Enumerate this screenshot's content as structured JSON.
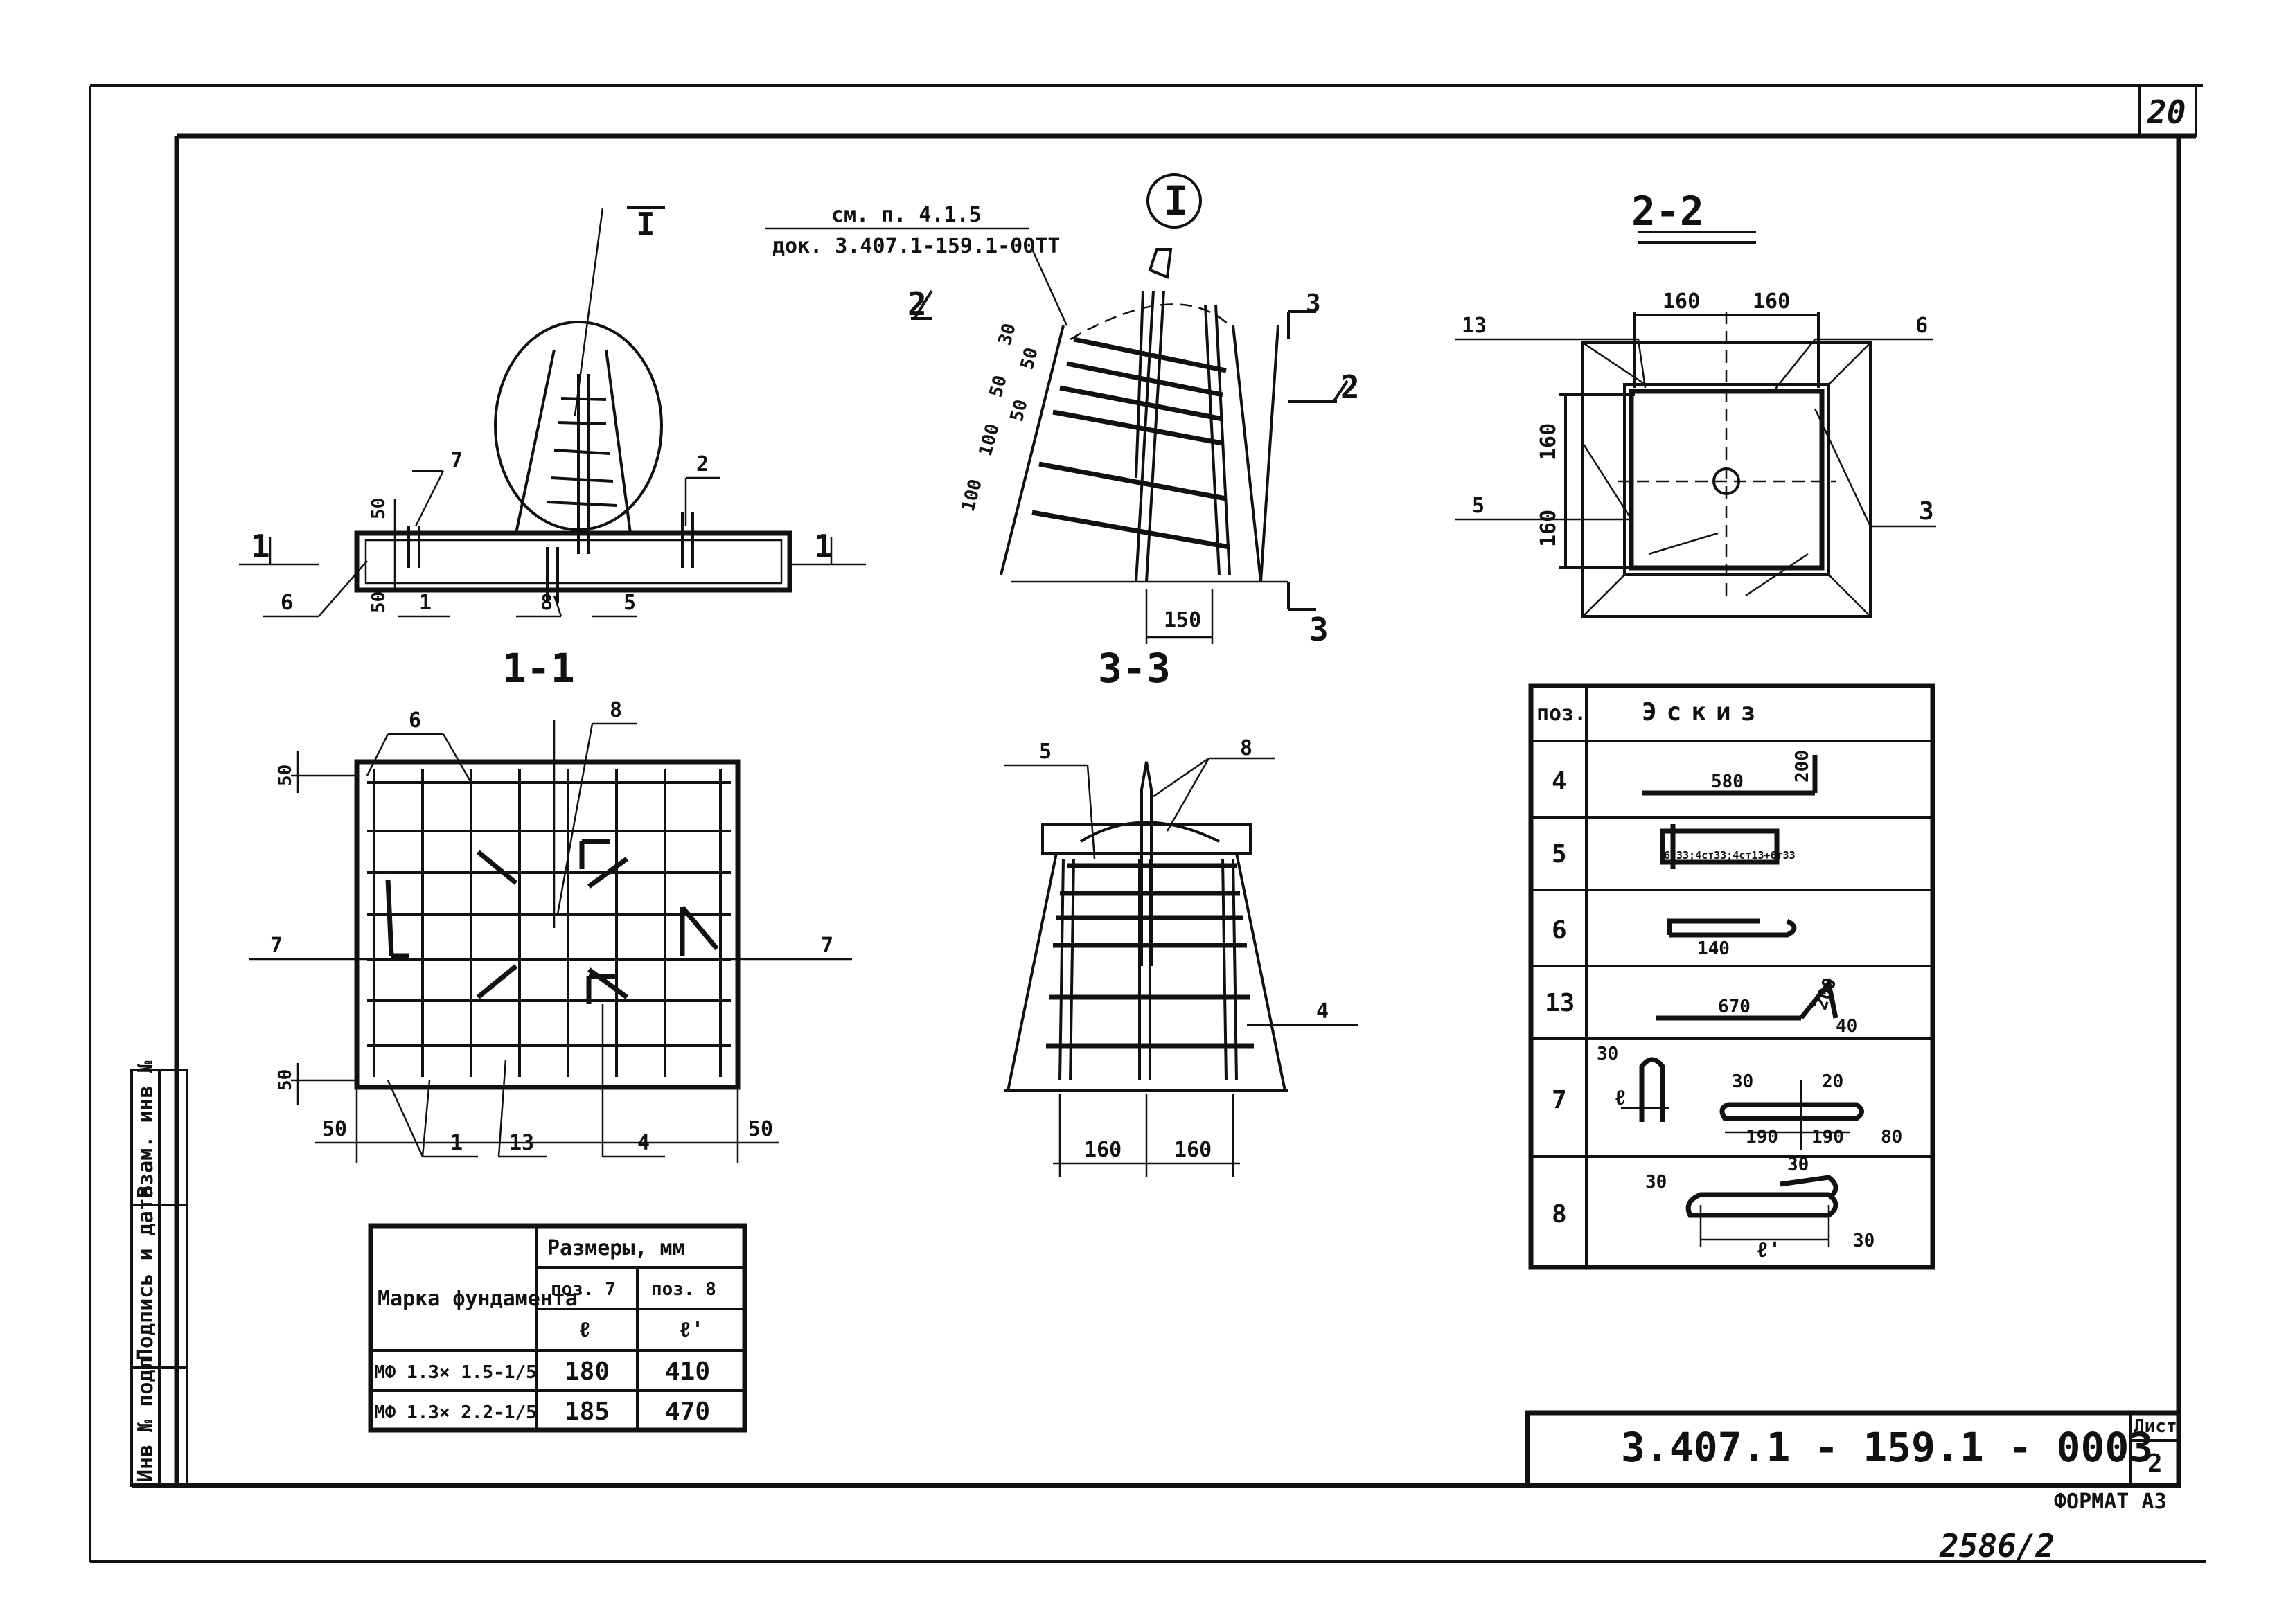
{
  "sheet": {
    "page_no": "20",
    "sheet_label": "Лист",
    "sheet_no": "2",
    "code": "3.407.1 - 159.1 - 0003",
    "format": "ФОРМАТ А3",
    "archive": "2586/2"
  },
  "side_stamp": {
    "inv_orig": "Инв № подл",
    "sign_date": "Подпись и дата",
    "inv_repl": "Взам. инв №"
  },
  "callout": {
    "node": "I",
    "note_l1": "см. п. 4.1.5",
    "note_l2": "док. 3.407.1-159.1-00ТТ"
  },
  "sections": {
    "s11": "1-1",
    "s22": "2-2",
    "s33": "3-3"
  },
  "labels": {
    "elev": {
      "I": "I",
      "p7": "7",
      "p2": "2",
      "p6": "6",
      "p1": "1",
      "p8": "8",
      "p5": "5",
      "d50a": "50",
      "d50b": "50",
      "s1l": "1",
      "s1r": "1"
    },
    "node": {
      "s2a": "2",
      "s2b": "2",
      "s3a": "3",
      "s3b": "3",
      "d30": "30",
      "d50a": "50",
      "d50b": "50",
      "d50c": "50",
      "d100a": "100",
      "d100b": "100",
      "d150": "150"
    },
    "s22": {
      "p13": "13",
      "p6": "6",
      "p5": "5",
      "p3": "3",
      "w160a": "160",
      "w160b": "160",
      "h160a": "160",
      "h160b": "160"
    },
    "plan": {
      "p6": "6",
      "p8": "8",
      "p7l": "7",
      "p7r": "7",
      "p1": "1",
      "p13": "13",
      "p4": "4",
      "d50t": "50",
      "d50b": "50",
      "d50l": "50",
      "d50r": "50"
    },
    "s33": {
      "p5": "5",
      "p8": "8",
      "p4": "4",
      "w160a": "160",
      "w160b": "160"
    }
  },
  "sketch": {
    "header_pos": "поз.",
    "header_sketch": "Эскиз",
    "rows": [
      {
        "pos": "4",
        "dims": [
          "580",
          "200"
        ]
      },
      {
        "pos": "5",
        "dims": [
          "6т33;4ст33;4ст13+6т33"
        ]
      },
      {
        "pos": "6",
        "dims": [
          "140"
        ]
      },
      {
        "pos": "13",
        "dims": [
          "670",
          "200",
          "40"
        ]
      },
      {
        "pos": "7",
        "dims": [
          "30",
          "ℓ",
          "30",
          "20",
          "190",
          "190",
          "80"
        ]
      },
      {
        "pos": "8",
        "dims": [
          "30",
          "30",
          "30",
          "ℓ'"
        ]
      }
    ]
  },
  "dims_table": {
    "col_brand": "Марка фундамента",
    "col_sizes": "Размеры, мм",
    "col_p7": "поз. 7",
    "col_p8": "поз. 8",
    "sub_p7": "ℓ",
    "sub_p8": "ℓ'",
    "rows": [
      {
        "brand": "МФ 1.3× 1.5-1/5",
        "p7": "180",
        "p8": "410"
      },
      {
        "brand": "МФ 1.3× 2.2-1/5",
        "p7": "185",
        "p8": "470"
      }
    ]
  }
}
